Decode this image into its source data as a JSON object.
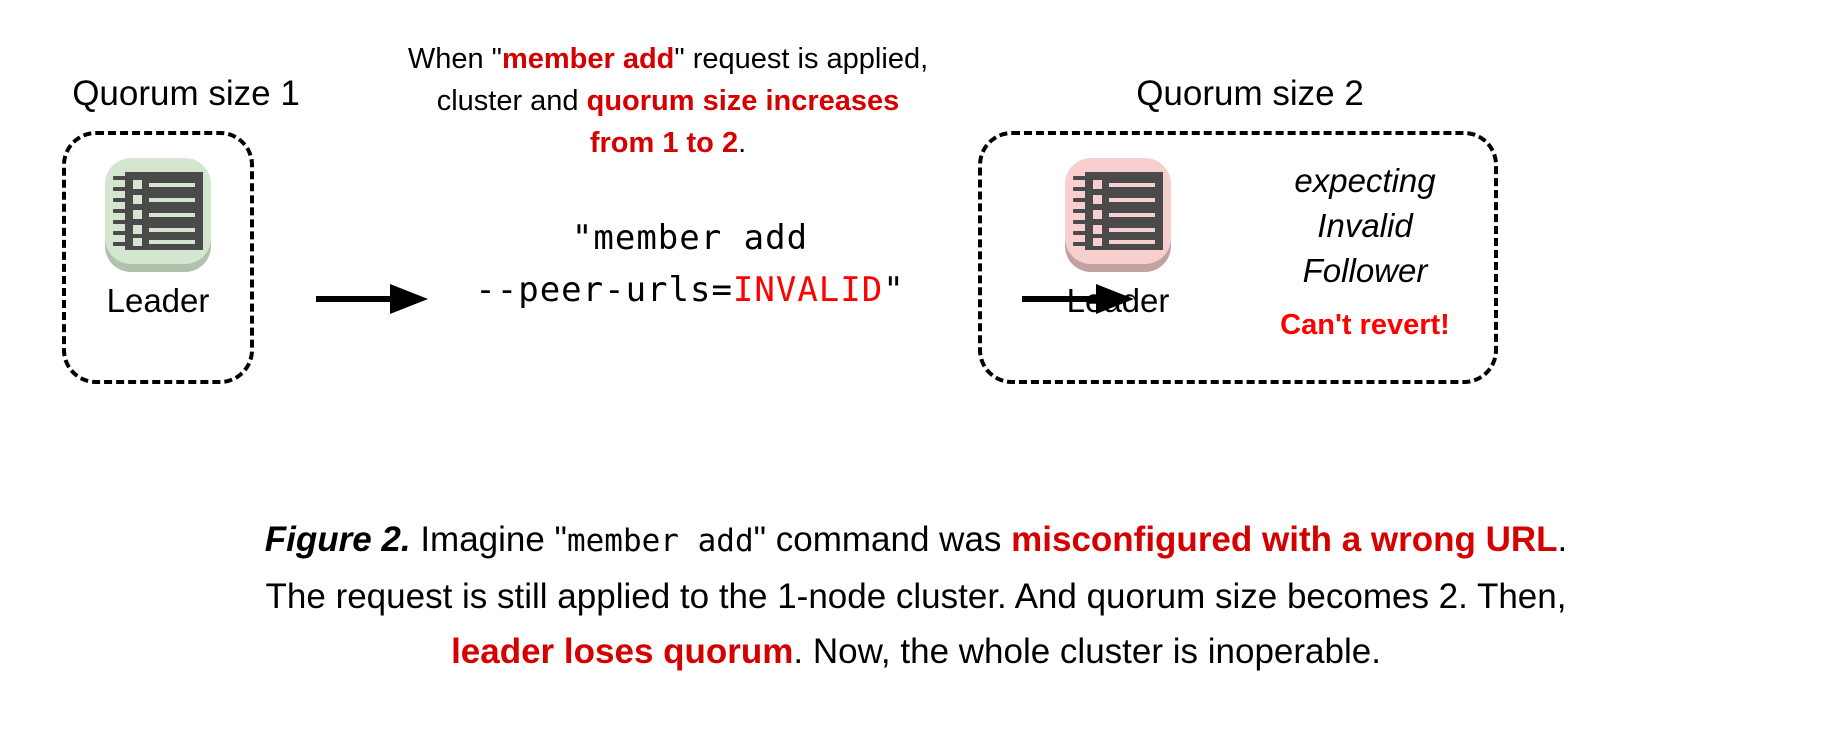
{
  "figure": {
    "left_cluster": {
      "title": "Quorum size 1",
      "node_label": "Leader",
      "icon": "ledger-icon",
      "plate_color": "#D4E6D0",
      "shadow_color": "#AFC2AB"
    },
    "right_cluster": {
      "title": "Quorum size 2",
      "node_label": "Leader",
      "icon": "ledger-icon",
      "plate_color": "#F8CFCF",
      "shadow_color": "#C4A1A1",
      "annotation_lines": [
        "expecting",
        "Invalid",
        "Follower"
      ],
      "warning": "Can't revert!",
      "warning_color": "#FF0000"
    },
    "top_caption": {
      "line1_a": "When \"",
      "line1_b": "member add",
      "line1_c": "\" request is applied,",
      "line2_a": "cluster and ",
      "line2_b": "quorum size increases",
      "line3_b": "from 1 to 2",
      "line3_c": ".",
      "accent_color": "#D50000"
    },
    "command": {
      "line1": "\"member add",
      "line2_a": "--peer-urls=",
      "line2_b": "INVALID",
      "line2_c": "\"",
      "invalid_color": "#FF0000"
    },
    "arrows": {
      "left_arrow": "arrow-right-icon",
      "right_arrow": "arrow-right-icon"
    },
    "caption": {
      "label": "Figure 2.",
      "l1_a": " Imagine \"",
      "l1_mono": "member add",
      "l1_b": "\" command was ",
      "l1_strong": "misconfigured with a wrong URL",
      "l1_c": ".",
      "l2": "The request is still applied to the 1-node cluster. And quorum size becomes 2. Then,",
      "l3_strong": "leader loses quorum",
      "l3_b": ". Now, the whole cluster is inoperable.",
      "accent_color": "#D50000"
    }
  }
}
